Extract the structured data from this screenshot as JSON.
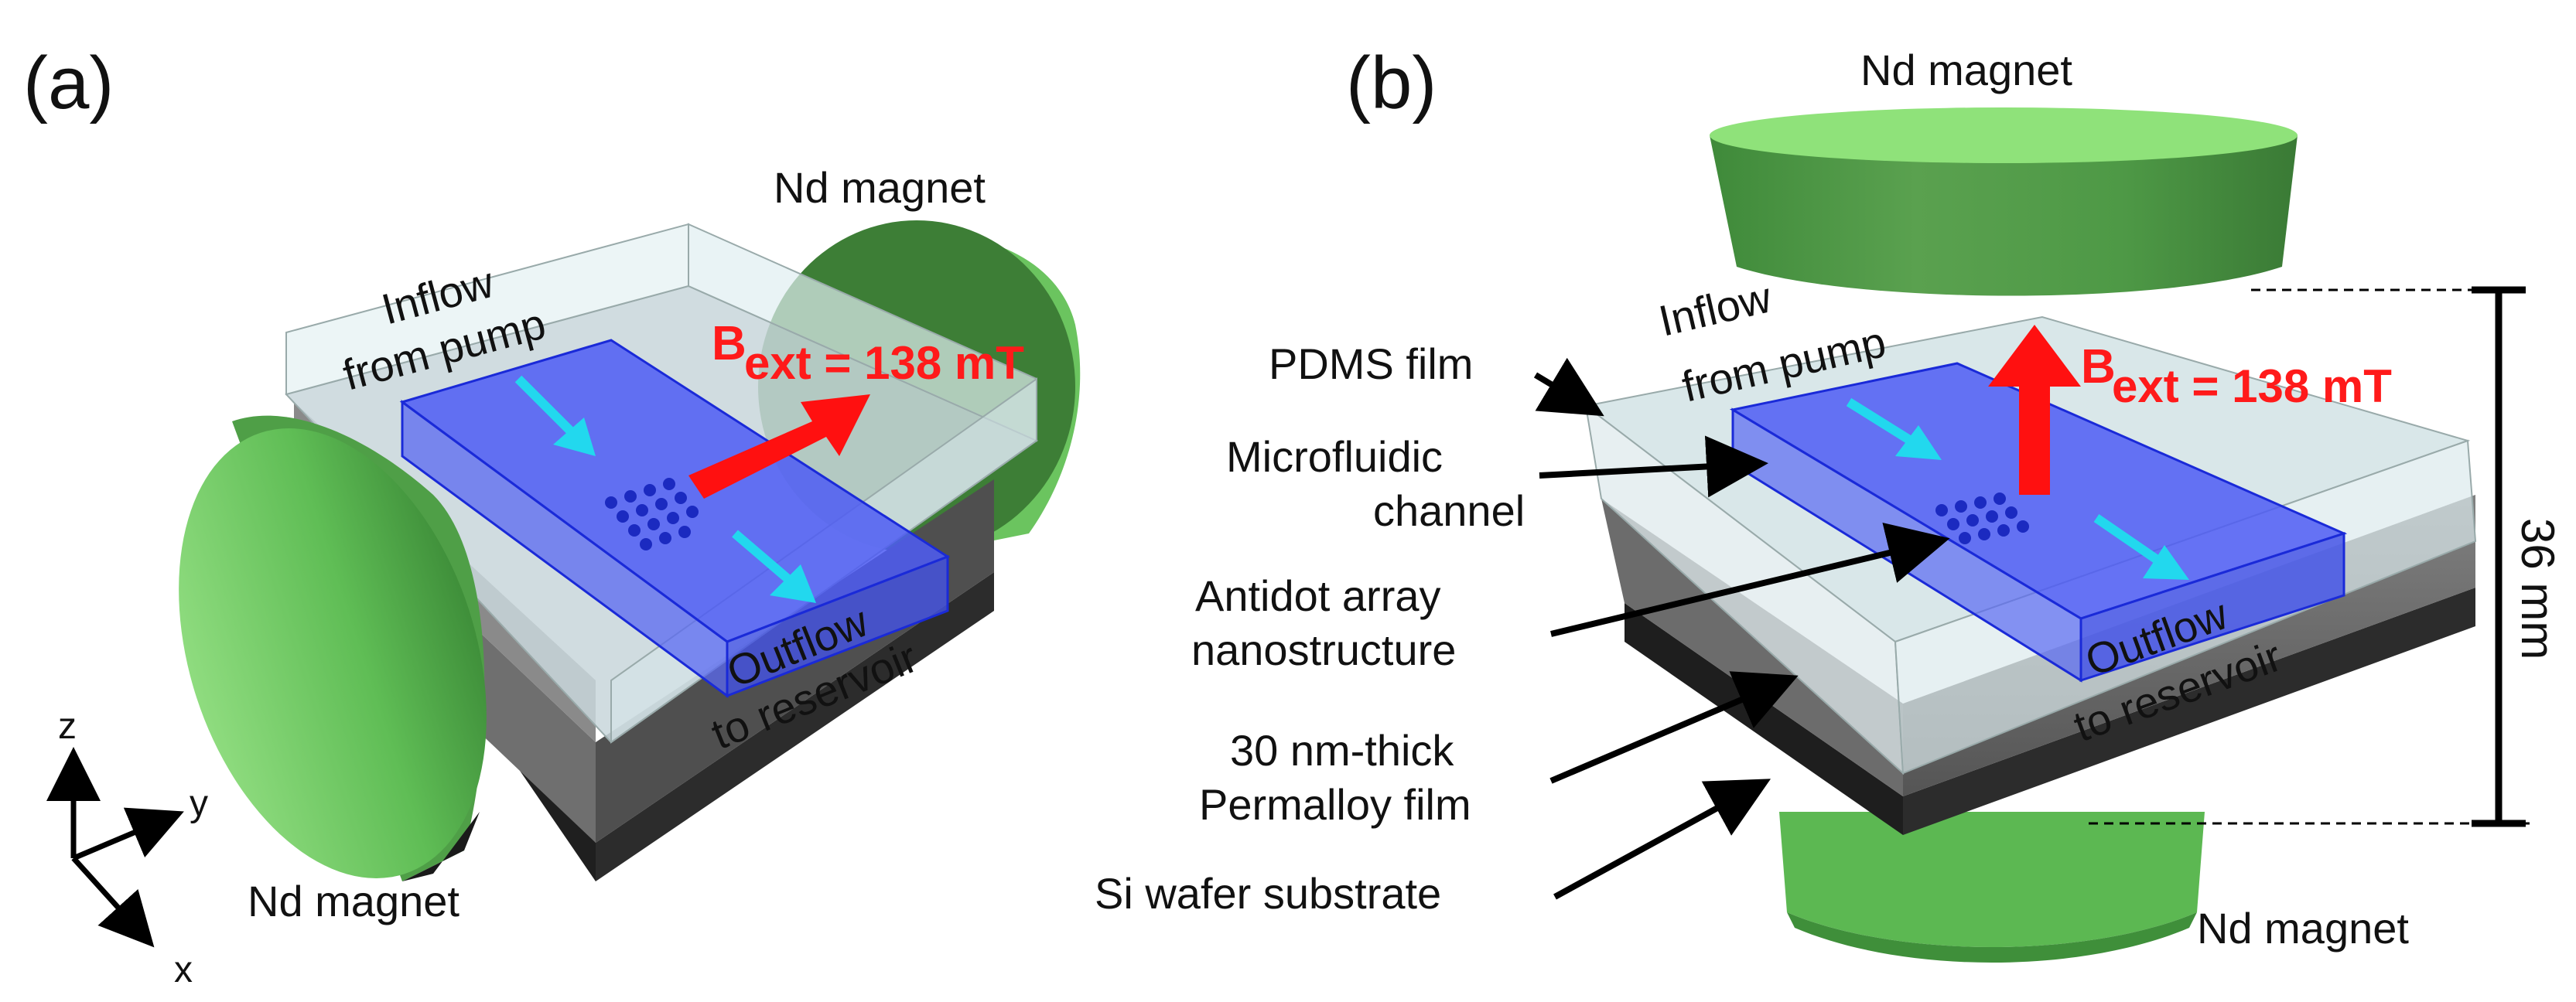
{
  "panels": {
    "a": {
      "label": "(a)",
      "top_magnet_label": "Nd magnet",
      "bottom_magnet_label": "Nd magnet",
      "inflow_line1": "Inflow",
      "inflow_line2": "from pump",
      "outflow_line1": "Outflow",
      "outflow_line2": "to reservoir",
      "field_main": "B",
      "field_sub": "ext = 138 mT",
      "axes": {
        "z": "z",
        "y": "y",
        "x": "x"
      }
    },
    "b": {
      "label": "(b)",
      "top_magnet_label": "Nd magnet",
      "bottom_magnet_label": "Nd magnet",
      "inflow_line1": "Inflow",
      "inflow_line2": "from pump",
      "outflow_line1": "Outflow",
      "outflow_line2": "to reservoir",
      "field_main": "B",
      "field_sub": "ext = 138 mT",
      "dimension": "36 mm",
      "callouts": {
        "pdms": "PDMS film",
        "channel_line1": "Microfluidic",
        "channel_line2": "channel",
        "antidot_line1": "Antidot array",
        "antidot_line2": "nanostructure",
        "permalloy_line1": "30 nm-thick",
        "permalloy_line2": "Permalloy film",
        "substrate": "Si wafer substrate"
      }
    }
  },
  "colors": {
    "magnet": "#5cb85c",
    "magnet_dark": "#3d7a38",
    "magnet_top": "#8fe27a",
    "channel": "#3a4cf0",
    "flow_arrow": "#22d8ee",
    "field_arrow": "#ff1010",
    "pdms": "#d9ecf0",
    "permalloy": "#555555",
    "substrate": "#222222"
  }
}
